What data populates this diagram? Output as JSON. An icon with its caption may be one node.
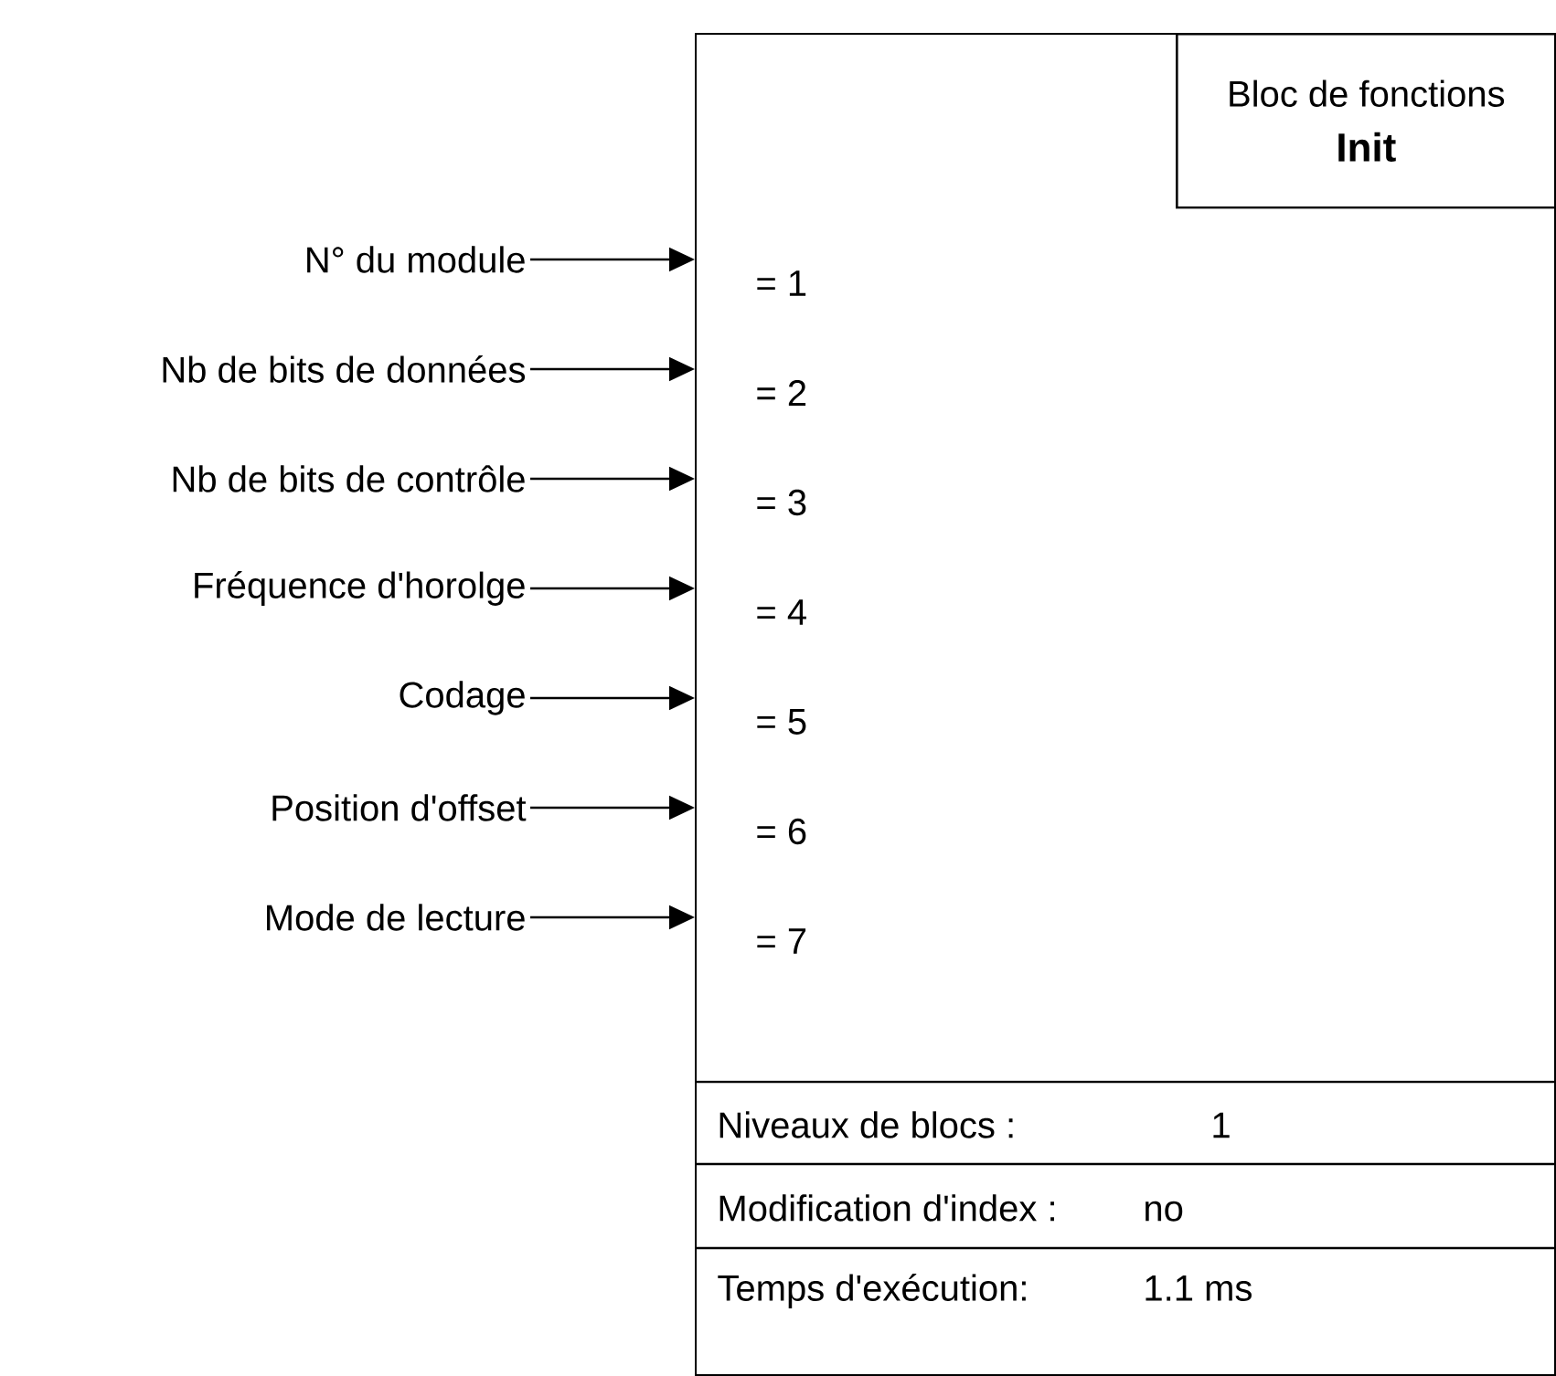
{
  "diagram": {
    "nodes": [
      {
        "text": [],
        "shape": "box"
      },
      {
        "text": [
          "Bloc de fonctions",
          "Init"
        ],
        "in": 0
      },
      {
        "text": [
          "N° du module"
        ]
      },
      {
        "text": [
          "Nb de bits de données"
        ]
      },
      {
        "text": [
          "Nb de bits de contrôle"
        ]
      },
      {
        "text": [
          "Fréquence d'horolge"
        ]
      },
      {
        "text": [
          "Codage"
        ]
      },
      {
        "text": [
          "Position d'offset"
        ]
      },
      {
        "text": [
          "Mode de lecture"
        ]
      },
      {
        "text": [
          "Niveaux de blocs :",
          "1"
        ],
        "in": 0
      },
      {
        "text": [
          "Modification d'index :",
          "no"
        ],
        "in": 0
      },
      {
        "text": [
          "Temps d'exécution:",
          "1.1 ms"
        ],
        "in": 0
      }
    ],
    "edges": [
      {
        "from": 2,
        "to": 0,
        "arrow": "to"
      },
      {
        "from": 3,
        "to": 0,
        "arrow": "to"
      },
      {
        "from": 4,
        "to": 0,
        "arrow": "to"
      },
      {
        "from": 5,
        "to": 0,
        "arrow": "to"
      },
      {
        "from": 6,
        "to": 0,
        "arrow": "to"
      },
      {
        "from": 7,
        "to": 0,
        "arrow": "to"
      },
      {
        "from": 8,
        "to": 0,
        "arrow": "to"
      }
    ],
    "labels": [
      "= 1",
      "= 2",
      "= 3",
      "= 4",
      "= 5",
      "= 6",
      "= 7"
    ]
  }
}
